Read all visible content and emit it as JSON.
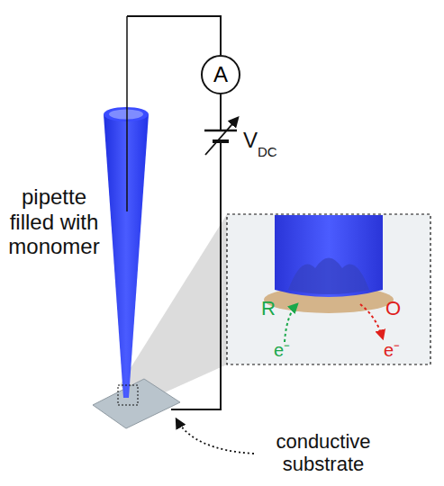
{
  "diagram": {
    "nodes": [
      {
        "text": [
          "A"
        ]
      }
    ],
    "labels": [
      "pipette filled with monomer",
      "V",
      "DC",
      "R",
      "e⁻",
      "O",
      "e⁻",
      "conductive substrate"
    ]
  }
}
